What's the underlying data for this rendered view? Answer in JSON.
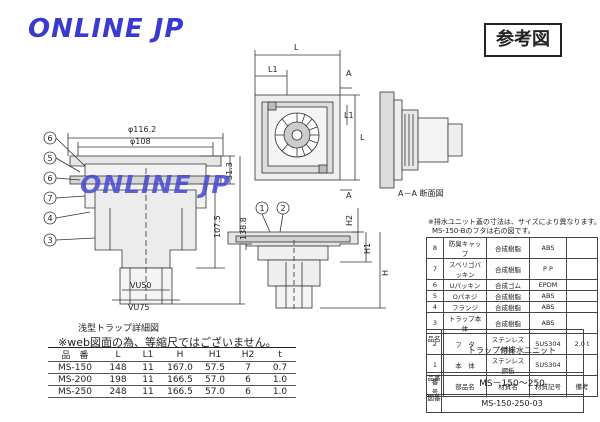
{
  "watermark": "ONLINE JP",
  "ref_label": "参考図",
  "dims": {
    "L": "L",
    "L1": "L1",
    "A": "A",
    "H": "H",
    "H1": "H1",
    "H2": "H2",
    "d116": "φ116.2",
    "d108": "φ108",
    "v313": "31.3",
    "v1075": "107.5",
    "v1388": "138.8",
    "vu50": "VU50",
    "vu75": "VU75"
  },
  "section_label": "A－A 断面図",
  "callouts": [
    "6",
    "5",
    "6",
    "7",
    "4",
    "3",
    "1",
    "2"
  ],
  "shallow_caption": "浅型トラップ詳細図",
  "web_note": "※web図面の為、等縮尺ではございません。",
  "spec_table": {
    "headers": [
      "品　番",
      "L",
      "L1",
      "H",
      "H1",
      "H2",
      "t"
    ],
    "rows": [
      [
        "MS-150",
        "148",
        "11",
        "167.0",
        "57.5",
        "7",
        "0.7"
      ],
      [
        "MS-200",
        "198",
        "11",
        "166.5",
        "57.0",
        "6",
        "1.0"
      ],
      [
        "MS-250",
        "248",
        "11",
        "166.5",
        "57.0",
        "6",
        "1.0"
      ]
    ]
  },
  "parts_note": "※排水ユニット蓋の寸法は、サイズにより異なります。",
  "parts_note2": "MS-150-Bのフタは右の図です。",
  "parts_table": [
    [
      "8",
      "防臭キャップ",
      "合成樹脂",
      "ABS",
      ""
    ],
    [
      "7",
      "スベリゴバッキン",
      "合成樹脂",
      "P P",
      ""
    ],
    [
      "6",
      "Uパッキン",
      "合成ゴム",
      "EPDM",
      ""
    ],
    [
      "5",
      "Oパネジ",
      "合成樹脂",
      "ABS",
      ""
    ],
    [
      "4",
      "フランジ",
      "合成樹脂",
      "ABS",
      ""
    ],
    [
      "3",
      "トラップ本体",
      "合成樹脂",
      "ABS",
      ""
    ],
    [
      "2",
      "フ　タ",
      "ステンレス鋼板",
      "SUS304",
      "2.0 t"
    ],
    [
      "1",
      "本　体",
      "ステンレス鋼板",
      "SUS304",
      ""
    ],
    [
      "番号",
      "部品名",
      "材質名",
      "材質記号",
      "備考"
    ]
  ],
  "title_block": {
    "side1": "品名",
    "name": "トラップ付排水ユニット",
    "side2": "品番",
    "model": "MS－150～250",
    "side3": "図番",
    "drawing": "MS-150-250-03"
  }
}
